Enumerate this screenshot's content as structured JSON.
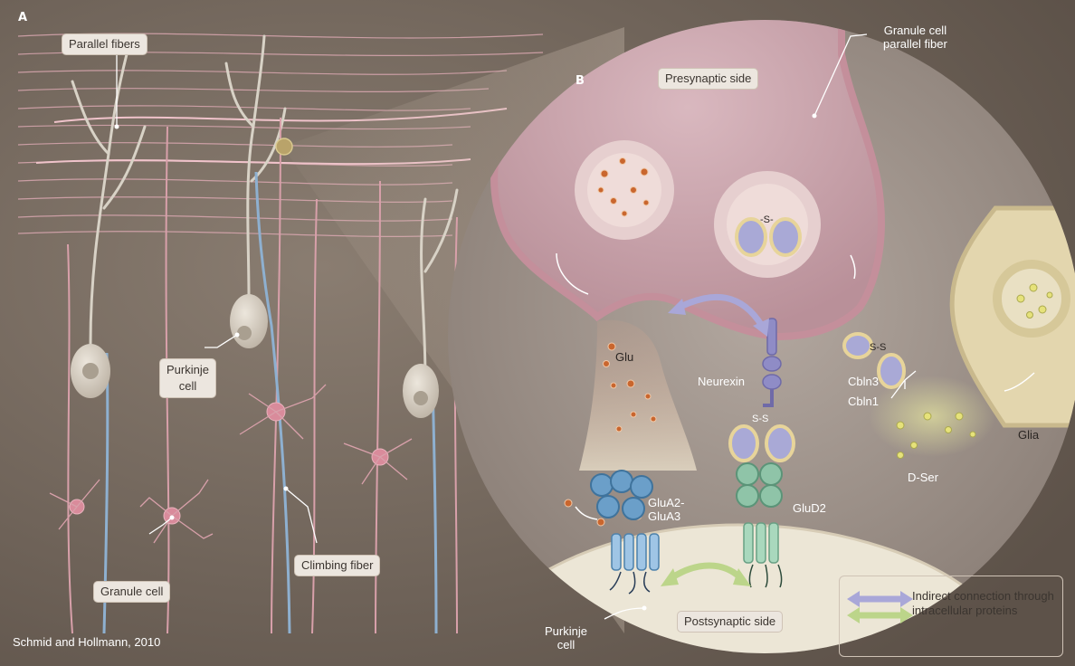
{
  "panels": {
    "a": "A",
    "b": "B"
  },
  "labels": {
    "parallel_fibers": "Parallel fibers",
    "granule_parallel_fiber_line1": "Granule cell",
    "granule_parallel_fiber_line2": "parallel fiber",
    "presynaptic_side": "Presynaptic side",
    "purkinje_cell_a_line1": "Purkinje",
    "purkinje_cell_a_line2": "cell",
    "granule_cell": "Granule cell",
    "climbing_fiber": "Climbing fiber",
    "glu": "Glu",
    "neurexin": "Neurexin",
    "disulfide_top": "-S-",
    "disulfide_mid": "S-S",
    "disulfide_right": "S-S",
    "cbln3": "Cbln3",
    "cbln1": "Cbln1",
    "glia": "Glia",
    "d_ser": "D-Ser",
    "glua_line1": "GluA2-",
    "glua_line2": "GluA3",
    "glud2": "GluD2",
    "postsynaptic_side": "Postsynaptic side",
    "purkinje_cell_b_line1": "Purkinje",
    "purkinje_cell_b_line2": "cell",
    "credit": "Schmid and Hollmann, 2010"
  },
  "legend": {
    "text": "Indirect connection through intracellular proteins",
    "arrow_colors": {
      "purple": "#a9a7d8",
      "green": "#bcd58a"
    }
  },
  "colors": {
    "background": "#766a5f",
    "circle_fill": "#9c9088",
    "presynaptic": "#e4c6cc",
    "membrane": "#c89aa3",
    "parallel_fiber": "#e5b3bc",
    "climbing_fiber": "#8eb0d0",
    "glutamate": "#c9662e",
    "cbln": "#a9a9d6",
    "glud2": "#8fc4a8",
    "glua": "#6b9fc9",
    "dser": "#e6e27a"
  }
}
